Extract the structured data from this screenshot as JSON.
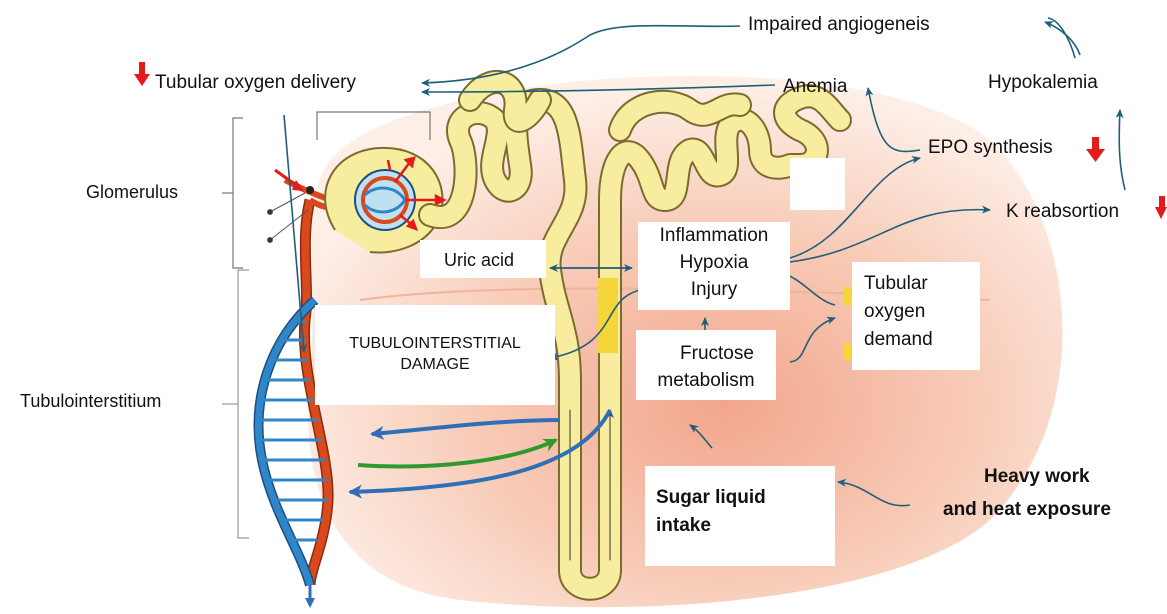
{
  "labels": {
    "impaired_angiogenesis": "Impaired angiogeneis",
    "tubular_oxygen_delivery": "Tubular oxygen delivery",
    "anemia": "Anemia",
    "hypokalemia": "Hypokalemia",
    "epo_synthesis": "EPO synthesis",
    "k_reabsortion": "K reabsortion",
    "glomerulus": "Glomerulus",
    "tubulointerstitium": "Tubulointerstitium",
    "uric_acid": "Uric acid",
    "inflammation": "Inflammation",
    "hypoxia": "Hypoxia",
    "injury": "Injury",
    "tubular": "Tubular",
    "oxygen": "oxygen",
    "demand": "demand",
    "tubulointerstitial": "TUBULOINTERSTITIAL",
    "damage": "DAMAGE",
    "fructose": "Fructose",
    "metabolism": "metabolism",
    "sugar_liquid": "Sugar liquid",
    "intake": "intake",
    "heavy_work": "Heavy work",
    "heat_exposure": "and heat exposure"
  },
  "colors": {
    "increase_arrow": "#e31b1b",
    "connector": "#1f5f7a",
    "tubule_fill": "#f8ec9e",
    "tubule_stroke": "#7a6b30",
    "artery": "#d9491b",
    "vein": "#2f86c8",
    "background_tissue": "#f7c9b4"
  }
}
